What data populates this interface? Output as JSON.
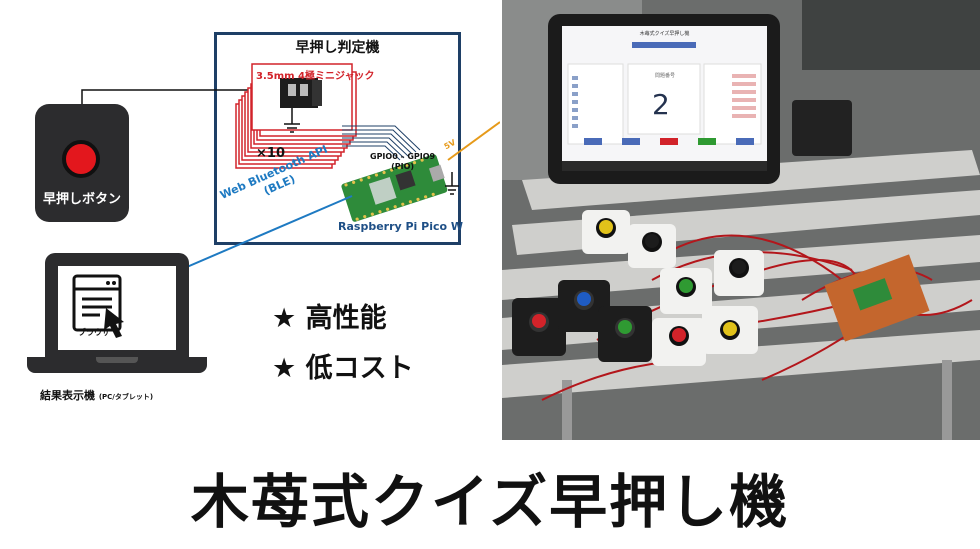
{
  "diagram": {
    "button_label": "早押しボタン",
    "judge_title": "早押し判定機",
    "jack_label": "3.5mm 4極ミニジャック",
    "multiplier": "×10",
    "gpio_label": "GPIO0 – GPIO9",
    "pio_label": "(PIO)",
    "v5_label": "5V",
    "board_label": "Raspberry Pi Pico W",
    "ble_label_line1": "Web Bluetooth API",
    "ble_label_line2": "(BLE)",
    "browser_label": "ブラウザ",
    "result_label": "結果表示機",
    "result_sub": "(PC/タブレット)",
    "colors": {
      "frame": "#1e3f66",
      "jack_red": "#d2232a",
      "ble_arrow": "#1e7ac2",
      "power_arrow": "#e69a1a",
      "button_red": "#e3171d",
      "pico_green": "#2e8b3a"
    }
  },
  "features": [
    "★ 高性能",
    "★ 低コスト"
  ],
  "title": "木苺式クイズ早押し機",
  "photo": {
    "tablet": {
      "app_title": "木苺式クイズ早押し機",
      "question_label": "問題番号",
      "question_number": "2"
    },
    "button_colors": [
      "#e1c21a",
      "#1c1c1c",
      "#2f9a32",
      "#1c1c1c",
      "#d2232a",
      "#1f5cc4",
      "#2f9a32",
      "#d2232a",
      "#e1c21a"
    ]
  }
}
